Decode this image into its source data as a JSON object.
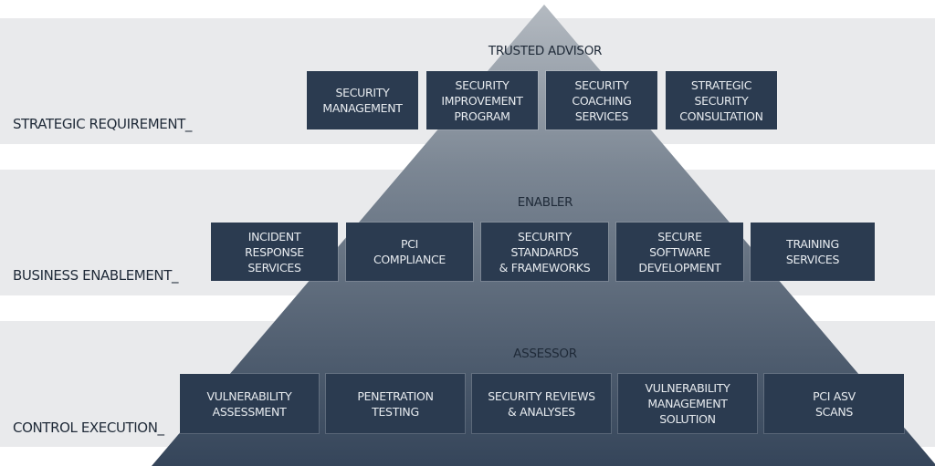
{
  "tiers": [
    {
      "title": "TRUSTED ADVISOR",
      "side_label": "STRATEGIC REQUIREMENT_",
      "items": [
        "SECURITY\nMANAGEMENT",
        "SECURITY\nIMPROVEMENT\nPROGRAM",
        "SECURITY\nCOACHING\nSERVICES",
        "STRATEGIC\nSECURITY\nCONSULTATION"
      ]
    },
    {
      "title": "ENABLER",
      "side_label": "BUSINESS ENABLEMENT_",
      "items": [
        "INCIDENT\nRESPONSE\nSERVICES",
        "PCI\nCOMPLIANCE",
        "SECURITY\nSTANDARDS\n& FRAMEWORKS",
        "SECURE\nSOFTWARE\nDEVELOPMENT",
        "TRAINING\nSERVICES"
      ]
    },
    {
      "title": "ASSESSOR",
      "side_label": "CONTROL EXECUTION_",
      "items": [
        "VULNERABILITY\nASSESSMENT",
        "PENETRATION\nTESTING",
        "SECURITY REVIEWS\n& ANALYSES",
        "VULNERABILITY\nMANAGEMENT\nSOLUTION",
        "PCI ASV\nSCANS"
      ]
    }
  ],
  "colors": {
    "band": "#e9eaec",
    "box": "#2b3b50",
    "pyramid_top": "#a3aab3",
    "pyramid_bottom": "#38475a"
  }
}
